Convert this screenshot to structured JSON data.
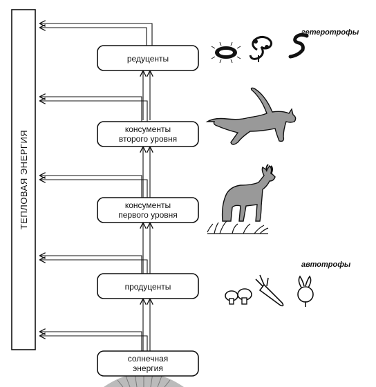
{
  "side_label": "ТЕПЛОВАЯ ЭНЕРГИЯ",
  "categories": {
    "heterotrophs": "гетеротрофы",
    "autotrophs": "автотрофы"
  },
  "levels": {
    "reducers": [
      "редуценты"
    ],
    "consumers2": [
      "консументы",
      "второго уровня"
    ],
    "consumers1": [
      "консументы",
      "первого уровня"
    ],
    "producers": [
      "продуценты"
    ],
    "solar": [
      "солнечная",
      "энергия"
    ]
  },
  "illustrations": [
    "bacteria-icon",
    "fungi-icon",
    "worm-icon",
    "cat-icon",
    "goat-icon",
    "mushroom-icon",
    "carrot-icon",
    "beet-icon",
    "sun-icon"
  ]
}
